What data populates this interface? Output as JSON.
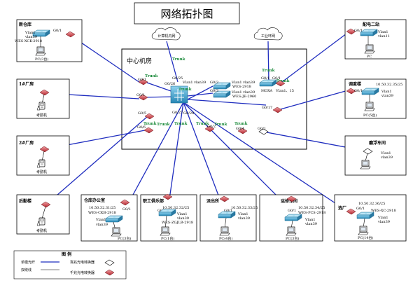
{
  "title": "网络拓扑图",
  "core_room": {
    "label": "中心机房"
  },
  "clouds": [
    {
      "id": "computer-net",
      "label": "计算机内网"
    },
    {
      "id": "industrial-net",
      "label": "工业环网"
    }
  ],
  "trunk_label": "Trunk",
  "core": {
    "ports": {
      "g0_26": "G0/26",
      "g0_25": "G0/25",
      "g0_28": "G0/28",
      "g0_27": "G0/27"
    },
    "vlan": "Vlan1 vlan39"
  },
  "core_side": {
    "ports": [
      "G0/1",
      "G0/2",
      "G0/1",
      "G0/3",
      "G0/4",
      "G0/5",
      "G0/6",
      "G0/2",
      "G0/1"
    ],
    "sw1": {
      "vlan": "Vlan1 vlan39",
      "model": "WES-2918"
    },
    "sw2": {
      "vlan": "Vlan1 vlan39",
      "model": "WES-JE-2960"
    },
    "moxa": {
      "label": "MOXA",
      "vlan": "Vlan1、15"
    },
    "g0_17": "G0/17",
    "g0_1": "G0/1"
  },
  "sites": {
    "new_warehouse": {
      "name": "新仓库",
      "port": "G0/1",
      "vlan1": "Vlan1",
      "vlan39": "vlan39",
      "model": "WES-XCK-2918",
      "pc": "PC(3台)"
    },
    "power_station": {
      "name": "配电二站",
      "port": "G0/1",
      "vlan1": "Vlan1",
      "vlan11": "vlan11",
      "pc": "PC"
    },
    "floor1": {
      "name": "1#厂房",
      "device": "考勤机"
    },
    "floor2": {
      "name": "2#厂房",
      "device": "考勤机"
    },
    "dispatch": {
      "name": "调度楼",
      "ip": "10.50.32.35/25",
      "port": "G0/1",
      "vlan1": "Vlan1",
      "vlan39": "vlan39",
      "pc": "PC(5台)"
    },
    "polish": {
      "name": "磨浮车间",
      "vlan1": "Vlan1",
      "vlan39": "vlan39"
    },
    "back_floor": {
      "name": "后勤楼",
      "device": "考勤机"
    },
    "warehouse_office": {
      "name": "仓库办公室",
      "ip": "10.50.32.31/25",
      "model": "WES-CKB-2918",
      "port": "G0/1",
      "vlan1": "Vlan1",
      "vlan39": "vlan39",
      "pc": "PC(3台)"
    },
    "staff_club": {
      "name": "职工俱乐部",
      "ip": "10.50.32.32/25",
      "port": "G0/1",
      "vlan1": "Vlan1",
      "vlan39": "vlan39",
      "model": "WES-ZGJLB-2918",
      "pc": "PC(1台)"
    },
    "police": {
      "name": "派出所",
      "ip": "10.50.32.33/25",
      "port": "G0/1",
      "vlan1": "Vlan1",
      "vlan39": "vlan39",
      "pc": "PC(4台)"
    },
    "transport": {
      "name": "运修车间",
      "ip": "10.50.32.34/25",
      "model": "WES-PCS-2918",
      "port": "G0/1",
      "vlan1": "Vlan1",
      "vlan39": "vlan39",
      "pc": "PC(3台)"
    },
    "factory_gate": {
      "name": "选厂",
      "ip": "10.50.32.36/25",
      "model": "WES-XC-2918",
      "port": "G0/1",
      "vlan1": "Vlan1",
      "vlan39": "vlan39",
      "pc": "PC(14台)"
    }
  },
  "legend": {
    "heading": "图 例",
    "single_fiber": "单模光纤",
    "twisted_pair": "双绞线",
    "fast_converter": "百兆光电转换器",
    "gigabit_converter": "千兆光电转换器"
  },
  "colors": {
    "link": "#1f2dbf",
    "trunk": "#1a8a3a",
    "converter": "#c2333b",
    "switch": "#3fa6d2"
  }
}
